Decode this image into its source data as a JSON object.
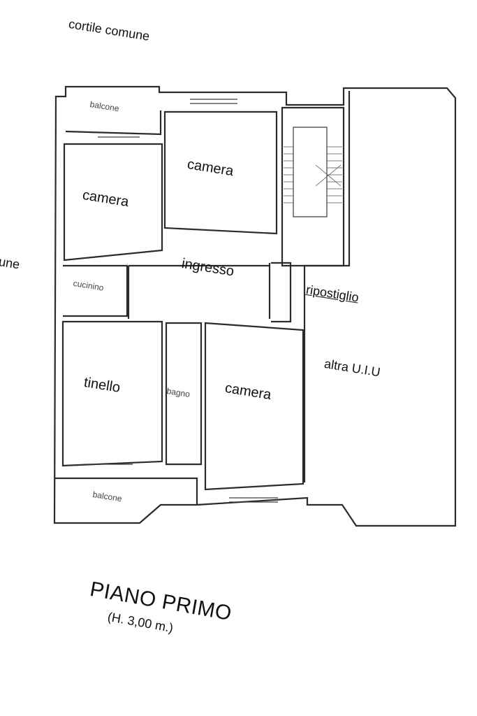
{
  "labels": {
    "courtyard_top": "cortile comune",
    "courtyard_left": "une",
    "balcony_top": "balcone",
    "room_camera_top_left": "camera",
    "room_camera_top_right": "camera",
    "room_ingresso": "ingresso",
    "room_ripostiglio": "ripostiglio",
    "room_cucinino": "cucinino",
    "room_tinello": "tinello",
    "room_bagno": "bagno",
    "room_camera_bottom": "camera",
    "other_unit": "altra U.I.U",
    "balcony_bottom": "balcone"
  },
  "title": {
    "main": "PIANO PRIMO",
    "height_note": "(H. 3,00 m.)"
  },
  "colors": {
    "ink": "#2b2b2b",
    "paper": "#ffffff"
  }
}
